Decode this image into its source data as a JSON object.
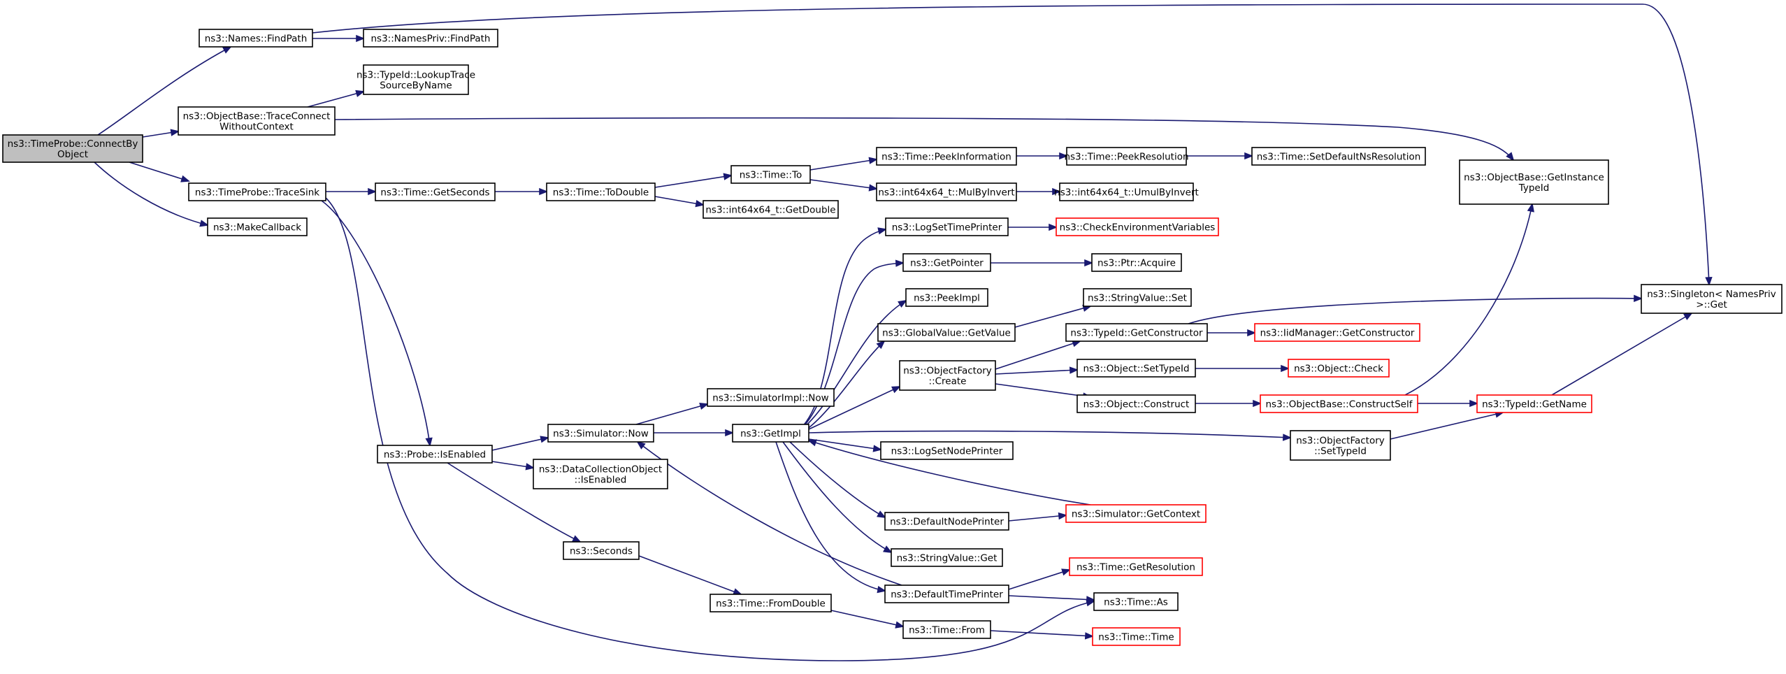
{
  "graph": {
    "kind": "call-graph",
    "colors": {
      "edge": "#191970",
      "node_border": "#000000",
      "truncated_border": "#ff0000",
      "root_fill": "#bfbfbf",
      "node_fill": "#ffffff"
    },
    "nodes": {
      "connectbyobject": {
        "lines": [
          "ns3::TimeProbe::ConnectBy",
          "Object"
        ],
        "style": "root"
      },
      "names_findpath": {
        "lines": [
          "ns3::Names::FindPath"
        ]
      },
      "namespriv_findpath": {
        "lines": [
          "ns3::NamesPriv::FindPath"
        ]
      },
      "lookuptrace": {
        "lines": [
          "ns3::TypeId::LookupTrace",
          "SourceByName"
        ]
      },
      "traceconnect": {
        "lines": [
          "ns3::ObjectBase::TraceConnect",
          "WithoutContext"
        ]
      },
      "tracesink": {
        "lines": [
          "ns3::TimeProbe::TraceSink"
        ]
      },
      "makecallback": {
        "lines": [
          "ns3::MakeCallback"
        ]
      },
      "getseconds": {
        "lines": [
          "ns3::Time::GetSeconds"
        ]
      },
      "todouble": {
        "lines": [
          "ns3::Time::ToDouble"
        ]
      },
      "time_to": {
        "lines": [
          "ns3::Time::To"
        ]
      },
      "int64_getdouble": {
        "lines": [
          "ns3::int64x64_t::GetDouble"
        ]
      },
      "peekinformation": {
        "lines": [
          "ns3::Time::PeekInformation"
        ]
      },
      "peekresolution": {
        "lines": [
          "ns3::Time::PeekResolution"
        ]
      },
      "setdefaultns": {
        "lines": [
          "ns3::Time::SetDefaultNsResolution"
        ]
      },
      "mulbyinvert": {
        "lines": [
          "ns3::int64x64_t::MulByInvert"
        ]
      },
      "umulbyinvert": {
        "lines": [
          "ns3::int64x64_t::UmulByInvert"
        ]
      },
      "getinstancetypeid": {
        "lines": [
          "ns3::ObjectBase::GetInstance",
          "TypeId"
        ]
      },
      "singleton_get": {
        "lines": [
          "ns3::Singleton< NamesPriv",
          " >::Get"
        ]
      },
      "logsettimeprinter": {
        "lines": [
          "ns3::LogSetTimePrinter"
        ]
      },
      "checkenv": {
        "lines": [
          "ns3::CheckEnvironmentVariables"
        ],
        "style": "truncated"
      },
      "getpointer": {
        "lines": [
          "ns3::GetPointer"
        ]
      },
      "ptr_acquire": {
        "lines": [
          "ns3::Ptr::Acquire"
        ]
      },
      "peekimpl": {
        "lines": [
          "ns3::PeekImpl"
        ]
      },
      "stringvalue_set": {
        "lines": [
          "ns3::StringValue::Set"
        ]
      },
      "globalvalue_getvalue": {
        "lines": [
          "ns3::GlobalValue::GetValue"
        ]
      },
      "typeid_getconstructor": {
        "lines": [
          "ns3::TypeId::GetConstructor"
        ]
      },
      "iidmanager_getconstructor": {
        "lines": [
          "ns3::IidManager::GetConstructor"
        ],
        "style": "truncated"
      },
      "objectfactory_create": {
        "lines": [
          "ns3::ObjectFactory",
          "::Create"
        ]
      },
      "object_settypeid": {
        "lines": [
          "ns3::Object::SetTypeId"
        ]
      },
      "object_check": {
        "lines": [
          "ns3::Object::Check"
        ],
        "style": "truncated"
      },
      "object_construct": {
        "lines": [
          "ns3::Object::Construct"
        ]
      },
      "constructself": {
        "lines": [
          "ns3::ObjectBase::ConstructSelf"
        ],
        "style": "truncated"
      },
      "typeid_getname": {
        "lines": [
          "ns3::TypeId::GetName"
        ],
        "style": "truncated"
      },
      "simulatorimpl_now": {
        "lines": [
          "ns3::SimulatorImpl::Now"
        ]
      },
      "simulator_now": {
        "lines": [
          "ns3::Simulator::Now"
        ]
      },
      "getimpl": {
        "lines": [
          "ns3::GetImpl"
        ]
      },
      "objectfactory_settypeid": {
        "lines": [
          "ns3::ObjectFactory",
          "::SetTypeId"
        ]
      },
      "probe_isenabled": {
        "lines": [
          "ns3::Probe::IsEnabled"
        ]
      },
      "datacollection_isenabled": {
        "lines": [
          "ns3::DataCollectionObject",
          "::IsEnabled"
        ]
      },
      "lognodeprinter": {
        "lines": [
          "ns3::LogSetNodePrinter"
        ]
      },
      "simulator_getcontext": {
        "lines": [
          "ns3::Simulator::GetContext"
        ],
        "style": "truncated"
      },
      "defaultnodeprinter": {
        "lines": [
          "ns3::DefaultNodePrinter"
        ]
      },
      "stringvalue_get": {
        "lines": [
          "ns3::StringValue::Get"
        ]
      },
      "seconds": {
        "lines": [
          "ns3::Seconds"
        ]
      },
      "getresolution": {
        "lines": [
          "ns3::Time::GetResolution"
        ],
        "style": "truncated"
      },
      "defaulttimeprinter": {
        "lines": [
          "ns3::DefaultTimePrinter"
        ]
      },
      "time_as": {
        "lines": [
          "ns3::Time::As"
        ]
      },
      "fromdouble": {
        "lines": [
          "ns3::Time::FromDouble"
        ]
      },
      "time_from": {
        "lines": [
          "ns3::Time::From"
        ]
      },
      "time_time": {
        "lines": [
          "ns3::Time::Time"
        ],
        "style": "truncated"
      }
    },
    "edges": [
      [
        "connectbyobject",
        "names_findpath"
      ],
      [
        "connectbyobject",
        "traceconnect"
      ],
      [
        "connectbyobject",
        "tracesink"
      ],
      [
        "connectbyobject",
        "makecallback"
      ],
      [
        "names_findpath",
        "namespriv_findpath"
      ],
      [
        "names_findpath",
        "singleton_get"
      ],
      [
        "traceconnect",
        "lookuptrace"
      ],
      [
        "traceconnect",
        "getinstancetypeid"
      ],
      [
        "tracesink",
        "getseconds"
      ],
      [
        "tracesink",
        "probe_isenabled"
      ],
      [
        "tracesink",
        "time_as"
      ],
      [
        "getseconds",
        "todouble"
      ],
      [
        "todouble",
        "time_to"
      ],
      [
        "todouble",
        "int64_getdouble"
      ],
      [
        "time_to",
        "peekinformation"
      ],
      [
        "time_to",
        "mulbyinvert"
      ],
      [
        "peekinformation",
        "peekresolution"
      ],
      [
        "peekresolution",
        "setdefaultns"
      ],
      [
        "mulbyinvert",
        "umulbyinvert"
      ],
      [
        "probe_isenabled",
        "simulator_now"
      ],
      [
        "probe_isenabled",
        "datacollection_isenabled"
      ],
      [
        "probe_isenabled",
        "seconds"
      ],
      [
        "simulator_now",
        "simulatorimpl_now"
      ],
      [
        "simulator_now",
        "getimpl"
      ],
      [
        "getimpl",
        "logsettimeprinter"
      ],
      [
        "getimpl",
        "getpointer"
      ],
      [
        "getimpl",
        "peekimpl"
      ],
      [
        "getimpl",
        "globalvalue_getvalue"
      ],
      [
        "getimpl",
        "objectfactory_create"
      ],
      [
        "getimpl",
        "objectfactory_settypeid"
      ],
      [
        "getimpl",
        "lognodeprinter"
      ],
      [
        "getimpl",
        "defaultnodeprinter"
      ],
      [
        "getimpl",
        "stringvalue_get"
      ],
      [
        "getimpl",
        "defaulttimeprinter"
      ],
      [
        "logsettimeprinter",
        "checkenv"
      ],
      [
        "getpointer",
        "ptr_acquire"
      ],
      [
        "globalvalue_getvalue",
        "stringvalue_set"
      ],
      [
        "objectfactory_create",
        "typeid_getconstructor"
      ],
      [
        "objectfactory_create",
        "object_settypeid"
      ],
      [
        "objectfactory_create",
        "object_construct"
      ],
      [
        "typeid_getconstructor",
        "iidmanager_getconstructor"
      ],
      [
        "typeid_getconstructor",
        "singleton_get"
      ],
      [
        "object_settypeid",
        "object_check"
      ],
      [
        "object_construct",
        "constructself"
      ],
      [
        "constructself",
        "getinstancetypeid"
      ],
      [
        "constructself",
        "typeid_getname"
      ],
      [
        "typeid_getname",
        "singleton_get"
      ],
      [
        "objectfactory_settypeid",
        "typeid_getname"
      ],
      [
        "simulator_getcontext",
        "getimpl"
      ],
      [
        "defaultnodeprinter",
        "simulator_getcontext"
      ],
      [
        "defaulttimeprinter",
        "simulator_now"
      ],
      [
        "defaulttimeprinter",
        "getresolution"
      ],
      [
        "defaulttimeprinter",
        "time_as"
      ],
      [
        "seconds",
        "fromdouble"
      ],
      [
        "fromdouble",
        "time_from"
      ],
      [
        "time_from",
        "time_time"
      ]
    ]
  }
}
